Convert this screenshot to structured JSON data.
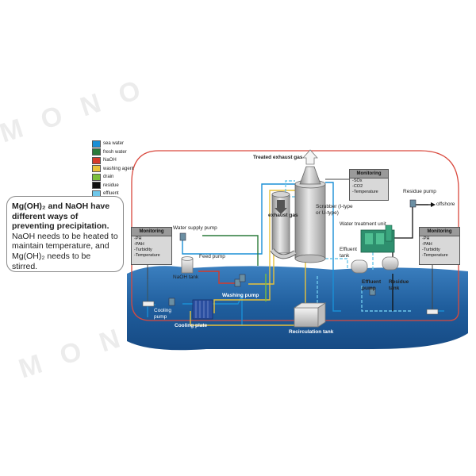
{
  "watermark": "MONO",
  "legend": [
    {
      "label": "sea water",
      "color": "#1a8fd6"
    },
    {
      "label": "fresh water",
      "color": "#2a7a3a"
    },
    {
      "label": "NaOH",
      "color": "#d63a2a"
    },
    {
      "label": "washing agent",
      "color": "#e8c23a"
    },
    {
      "label": "drain",
      "color": "#7bbf3a"
    },
    {
      "label": "residue",
      "color": "#111111"
    },
    {
      "label": "effluent",
      "color": "#6ec7ea"
    }
  ],
  "callout": {
    "line1": "Mg(OH)₂ and NaOH have different ways of preventing precipitation.",
    "line2": "NaOH needs to be heated to maintain temperature, and Mg(OH)₂ needs to be stirred."
  },
  "monitoring_left": {
    "title": "Monitoring",
    "items": [
      "-PH",
      "-PAH",
      "-Turbidity",
      "-Temperature"
    ]
  },
  "monitoring_top": {
    "title": "Monitoring",
    "items": [
      "-SOx",
      "-CO2",
      "-Temperature"
    ]
  },
  "monitoring_right": {
    "title": "Monitoring",
    "items": [
      "-PH",
      "-PAH",
      "-Turbidity",
      "-Temperature"
    ]
  },
  "labels": {
    "treated_exhaust_gas": "Treated exhaust gas",
    "exhaust_gas": "exhaust gas",
    "scrubber": "Scrubber (I-type or U-type)",
    "water_supply_pump": "Water supply pump",
    "feed_pump": "Feed pump",
    "naoh_tank": "NaOH tank",
    "washing_pump": "Washing pump",
    "cooling_pump": "Cooling pump",
    "cooling_plate": "Cooling plate",
    "recirculation_tank": "Recirculation tank",
    "water_treatment_unit": "Water treatment unit",
    "effluent_tank": "Effluent tank",
    "effluent_pump": "Effluent pump",
    "residue_tank": "Residue tank",
    "residue_pump": "Residue pump",
    "offshore": "offshore"
  }
}
